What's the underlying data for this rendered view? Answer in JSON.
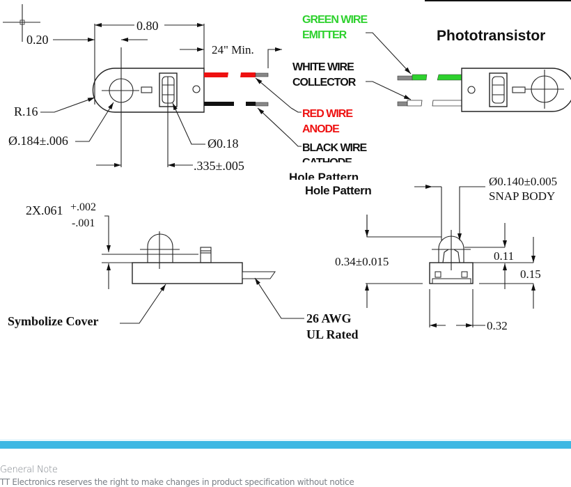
{
  "title": "Phototransistor",
  "dimensions": {
    "width_080": "0.80",
    "offset_020": "0.20",
    "wire_length": "24\" Min.",
    "radius": "R.16",
    "mount_hole": "Ø.184±.006",
    "lens": "Ø0.18",
    "lens_offset": ".335±.005",
    "thickness_main": "2X.061",
    "thickness_plus": "+.002",
    "thickness_minus": "-.001",
    "snap_body_dia": "Ø0.140±0.005",
    "snap_body_label": "SNAP BODY",
    "height_034": "0.34±0.015",
    "height_011": "0.11",
    "height_015": "0.15",
    "width_032": "0.32"
  },
  "wires": {
    "green_line1": "GREEN WIRE",
    "green_line2": "EMITTER",
    "white_line1": "WHITE WIRE",
    "white_line2": "COLLECTOR",
    "red_line1": "RED WIRE",
    "red_line2": "ANODE",
    "black_line1": "BLACK WIRE",
    "black_line2": "CATHODE"
  },
  "labels": {
    "hole_pattern_clipped": "Hole Pattern",
    "hole_pattern": "Hole Pattern",
    "symbolize_cover": "Symbolize Cover",
    "awg_line1": "26 AWG",
    "awg_line2": "UL Rated"
  },
  "colors": {
    "green_wire": "#2ed12e",
    "red_wire": "#ee1111",
    "black_wire": "#111111",
    "accent_bar": "#3db8e3"
  },
  "footer": {
    "note_title": "General Note",
    "note_text": "TT Electronics reserves the right to make changes in product specification without notice"
  }
}
